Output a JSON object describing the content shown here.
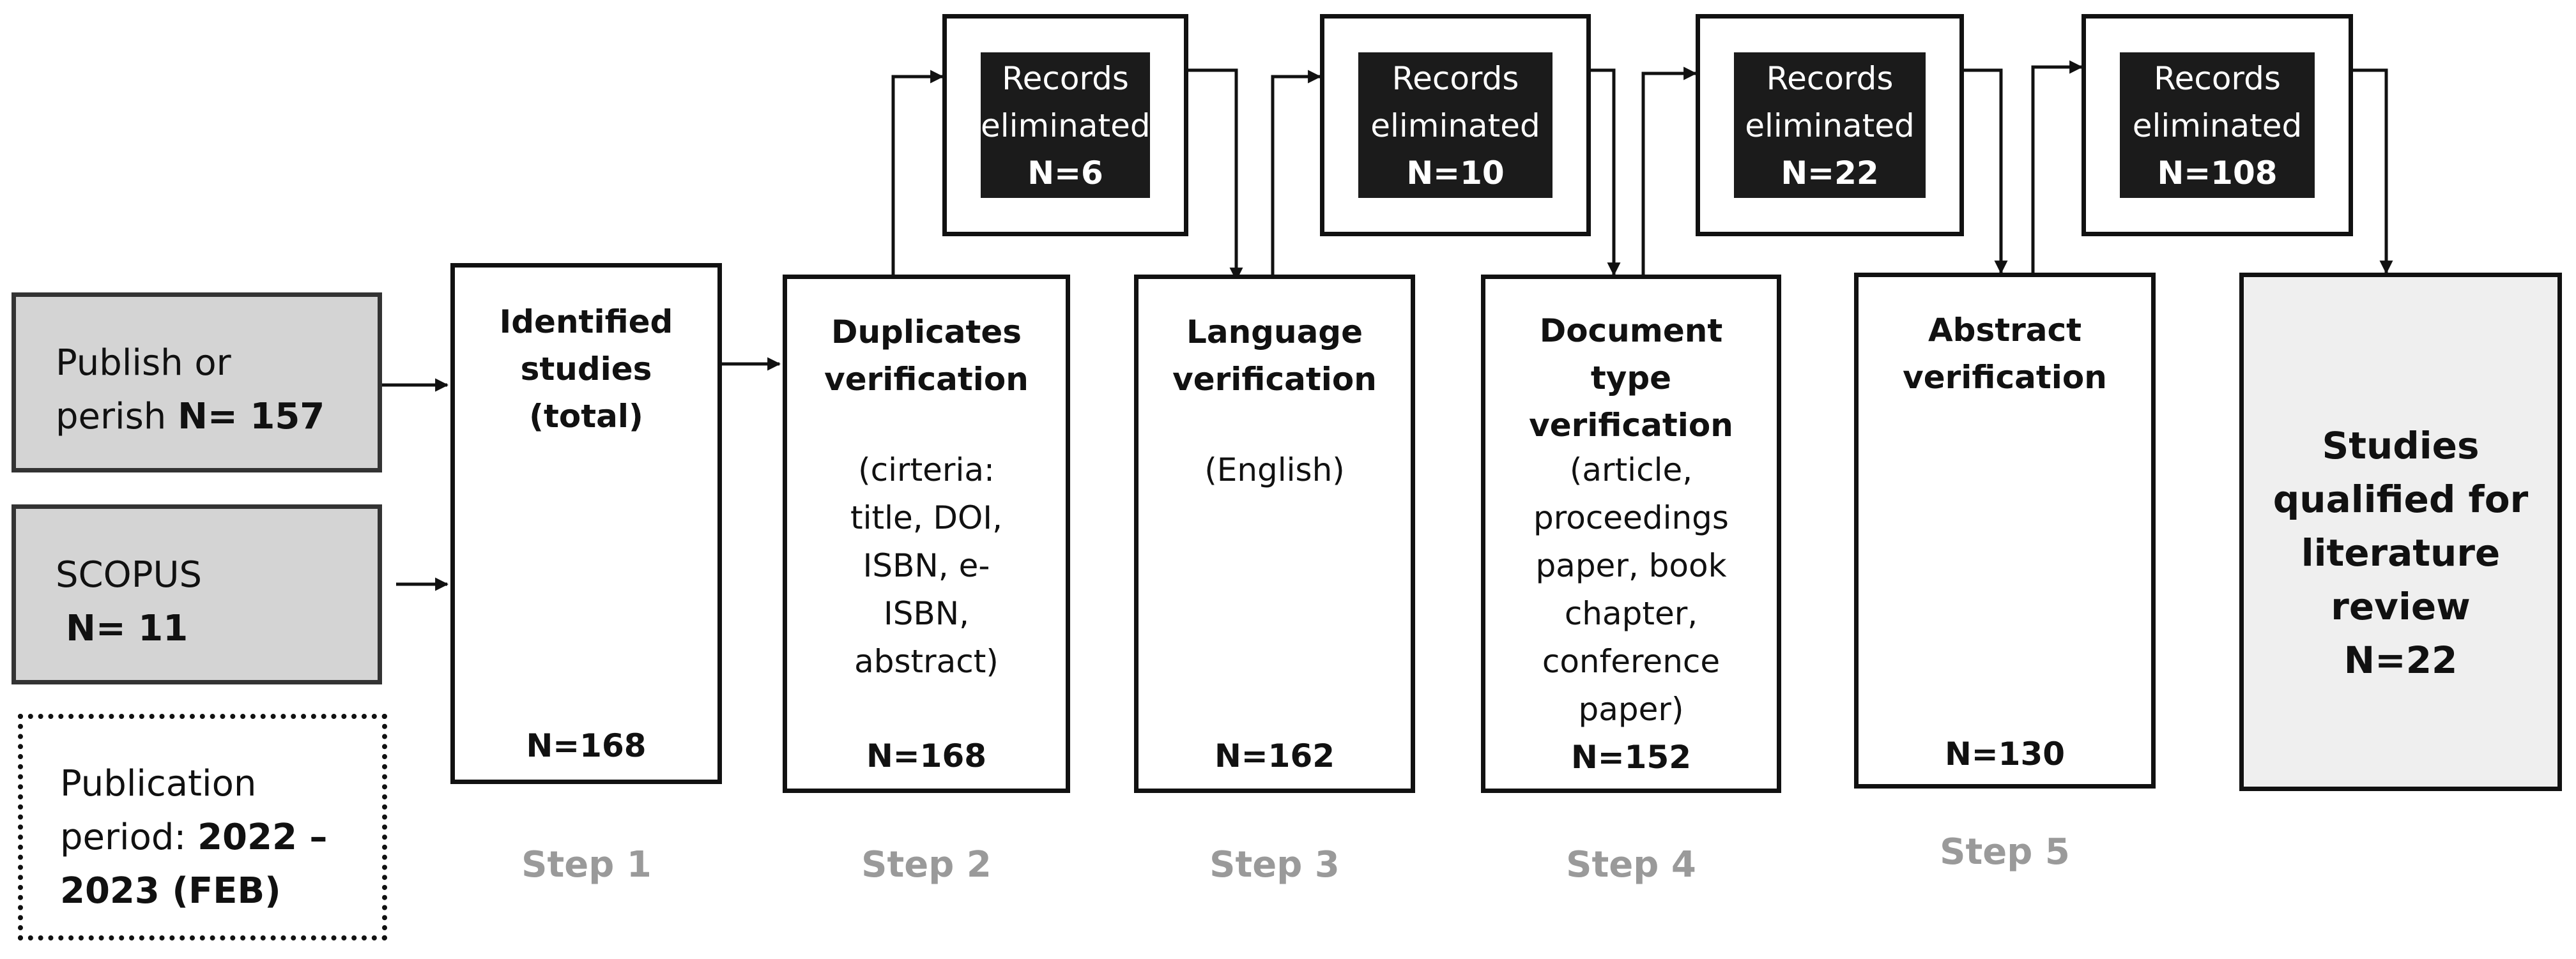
{
  "sources": [
    {
      "line1": "Publish or",
      "line2_prefix": "perish ",
      "count": "N= 157"
    },
    {
      "line1": "SCOPUS",
      "count": "N= 11"
    }
  ],
  "period": {
    "line1": "Publication",
    "line2_prefix": "period: ",
    "line2_bold": "2022 –",
    "line3": "2023 (FEB)"
  },
  "steps": [
    {
      "title": [
        "Identified",
        "studies",
        "(total)"
      ],
      "criteria": [],
      "n": "N=168",
      "label": "Step 1"
    },
    {
      "title": [
        "Duplicates",
        "verification"
      ],
      "criteria": [
        "(cirteria:",
        "title, DOI,",
        "ISBN, e-",
        "ISBN,",
        "abstract)"
      ],
      "n": "N=168",
      "label": "Step 2"
    },
    {
      "title": [
        "Language",
        "verification"
      ],
      "criteria": [
        "(English)"
      ],
      "n": "N=162",
      "label": "Step 3"
    },
    {
      "title": [
        "Document",
        "type",
        "verification"
      ],
      "criteria": [
        "(article,",
        "proceedings",
        "paper, book",
        "chapter,",
        "conference",
        "paper)"
      ],
      "n": "N=152",
      "label": "Step 4"
    },
    {
      "title": [
        "Abstract",
        "verification"
      ],
      "criteria": [],
      "n": "N=130",
      "label": "Step 5"
    }
  ],
  "eliminated": [
    {
      "line1": "Records",
      "line2": "eliminated",
      "n": "N=6"
    },
    {
      "line1": "Records",
      "line2": "eliminated",
      "n": "N=10"
    },
    {
      "line1": "Records",
      "line2": "eliminated",
      "n": "N=22"
    },
    {
      "line1": "Records",
      "line2": "eliminated",
      "n": "N=108"
    }
  ],
  "final": {
    "lines": [
      "Studies",
      "qualified for",
      "literature",
      "review",
      "N=22"
    ]
  }
}
